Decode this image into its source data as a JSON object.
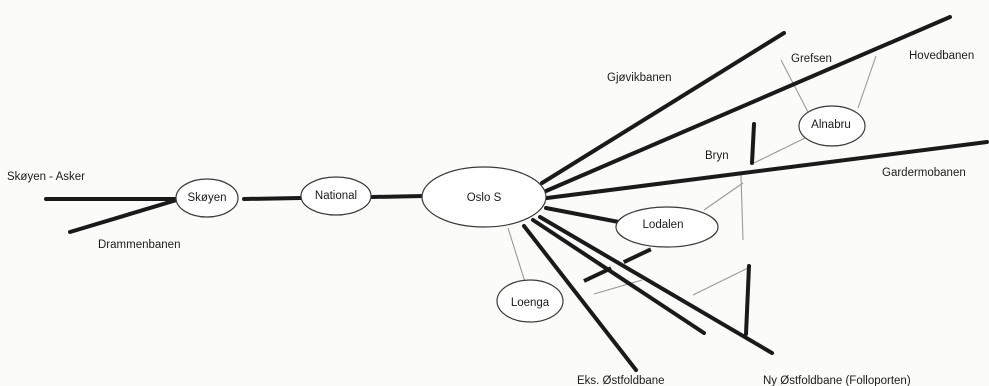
{
  "diagram": {
    "stations": {
      "skoyen": "Skøyen",
      "national": "National",
      "oslo_s": "Oslo S",
      "lodalen": "Lodalen",
      "loenga": "Loenga",
      "alnabru": "Alnabru"
    },
    "lines": {
      "skoyen_asker": "Skøyen - Asker",
      "drammenbanen": "Drammenbanen",
      "gjovikbanen": "Gjøvikbanen",
      "grefsen": "Grefsen",
      "hovedbanen": "Hovedbanen",
      "bryn": "Bryn",
      "gardermobanen": "Gardermobanen",
      "eks_ostfoldbane": "Eks. Østfoldbane",
      "ny_ostfoldbane": "Ny Østfoldbane (Follοporten)"
    },
    "colors": {
      "line": "#1a1a1a",
      "connector": "#9a9a9a",
      "station_fill": "#ffffff",
      "station_stroke": "#3a3a3a"
    }
  }
}
